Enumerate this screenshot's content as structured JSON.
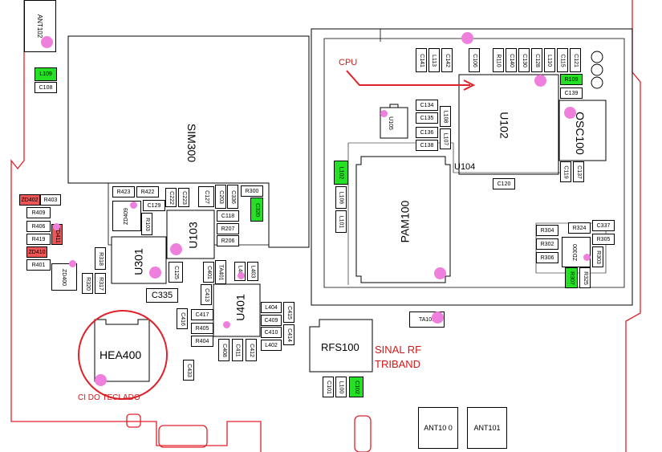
{
  "components": {
    "ant102": "ANT102",
    "l109": "L109",
    "c108": "C108",
    "sim300": "SIM300",
    "zd402": "ZD402",
    "r403": "R403",
    "r409": "R409",
    "r406": "R406",
    "r419": "R419",
    "zd410": "ZD410",
    "zd411": "ZD411",
    "r401": "R401",
    "r423": "R423",
    "r422": "R422",
    "c222": "C222",
    "c223": "C223",
    "c127": "C127",
    "c203": "C203",
    "c336": "C336",
    "r300": "R300",
    "c320": "C320",
    "zd409": "ZD409",
    "c129": "C129",
    "r103": "R103",
    "u103": "U103",
    "c118": "C118",
    "r207": "R207",
    "r206": "R206",
    "zd400": "ZD400",
    "r318": "R318",
    "r320": "R320",
    "r317": "R317",
    "u301": "U301",
    "c125": "C125",
    "c401": "C401",
    "ta401": "TA401",
    "l406": "L406",
    "l403": "L403",
    "c335": "C335",
    "c413": "C413",
    "u401": "U401",
    "c417": "C417",
    "c416": "C416",
    "r405": "R405",
    "r404": "R404",
    "l404": "L404",
    "c415": "C415",
    "c409": "C409",
    "c410": "C410",
    "c414": "C414",
    "l402": "L402",
    "c408": "C408",
    "c411": "C411",
    "c412": "C412",
    "c433": "C433",
    "hea400": "HEA400",
    "c141": "C141",
    "l113": "L113",
    "c142": "C142",
    "c106": "C106",
    "r110": "R110",
    "c140": "C140",
    "c130": "C130",
    "c128": "C128",
    "l110": "L110",
    "c115": "C115",
    "c121": "C121",
    "r109": "R109",
    "c139": "C139",
    "u102": "U102",
    "osc100": "OSC100",
    "c119": "C119",
    "c137": "C137",
    "c120": "C120",
    "u104": "U104",
    "u105": "U105",
    "c134": "C134",
    "c135": "C135",
    "c136": "C136",
    "c138": "C138",
    "l108": "L108",
    "l107": "L107",
    "l102": "L102",
    "l106": "L106",
    "l101": "L101",
    "pam100": "PAM100",
    "r304": "R304",
    "r302": "R302",
    "r306": "R306",
    "zd300": "ZD300",
    "r324": "R324",
    "r305": "R305",
    "c337": "C337",
    "r303": "R303",
    "r307": "R307",
    "r325": "R325",
    "ta101": "TA101",
    "rfs100": "RFS100",
    "c101": "C101",
    "l100": "L100",
    "c102": "C102",
    "ant100": "ANT10 0",
    "ant101": "ANT101"
  },
  "annotations": {
    "cpu": "CPU",
    "sinal_line1": "SINAL RF",
    "sinal_line2": "TRIBAND",
    "teclado": "CI  DO TECLADO"
  },
  "colors": {
    "pad_marker": "#ef7fdc",
    "outline_red": "#e0202a",
    "annotation_red": "#d01818",
    "highlight_green": "#26e026",
    "highlight_red": "#ee5555"
  }
}
